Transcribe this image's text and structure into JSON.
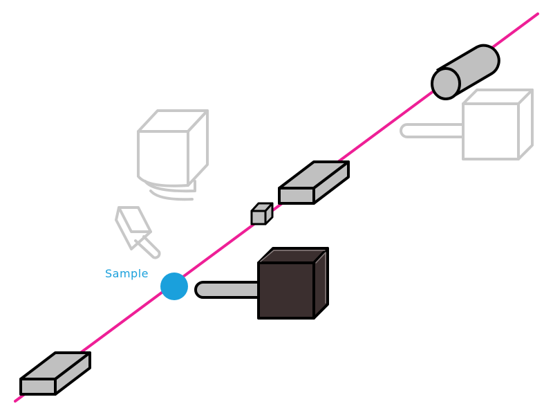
{
  "sample": {
    "label": "Sample"
  },
  "colors": {
    "beam": "#ee1f96",
    "sample": "#1aa0dc",
    "component_fill": "#c0c0c0",
    "component_stroke": "#000000",
    "ghost_stroke": "#c8c8c8",
    "detector_fill": "#3b2f2f"
  },
  "components": [
    {
      "name": "beam-line",
      "visible": true
    },
    {
      "name": "source-cylinder",
      "visible": true
    },
    {
      "name": "upper-slab",
      "visible": true
    },
    {
      "name": "small-cube",
      "visible": true
    },
    {
      "name": "sample-point",
      "visible": true
    },
    {
      "name": "dark-detector",
      "visible": true
    },
    {
      "name": "lower-slab",
      "visible": true
    },
    {
      "name": "ghost-right-detector",
      "visible": true
    },
    {
      "name": "ghost-camera",
      "visible": true
    },
    {
      "name": "ghost-small-probe",
      "visible": true
    }
  ]
}
